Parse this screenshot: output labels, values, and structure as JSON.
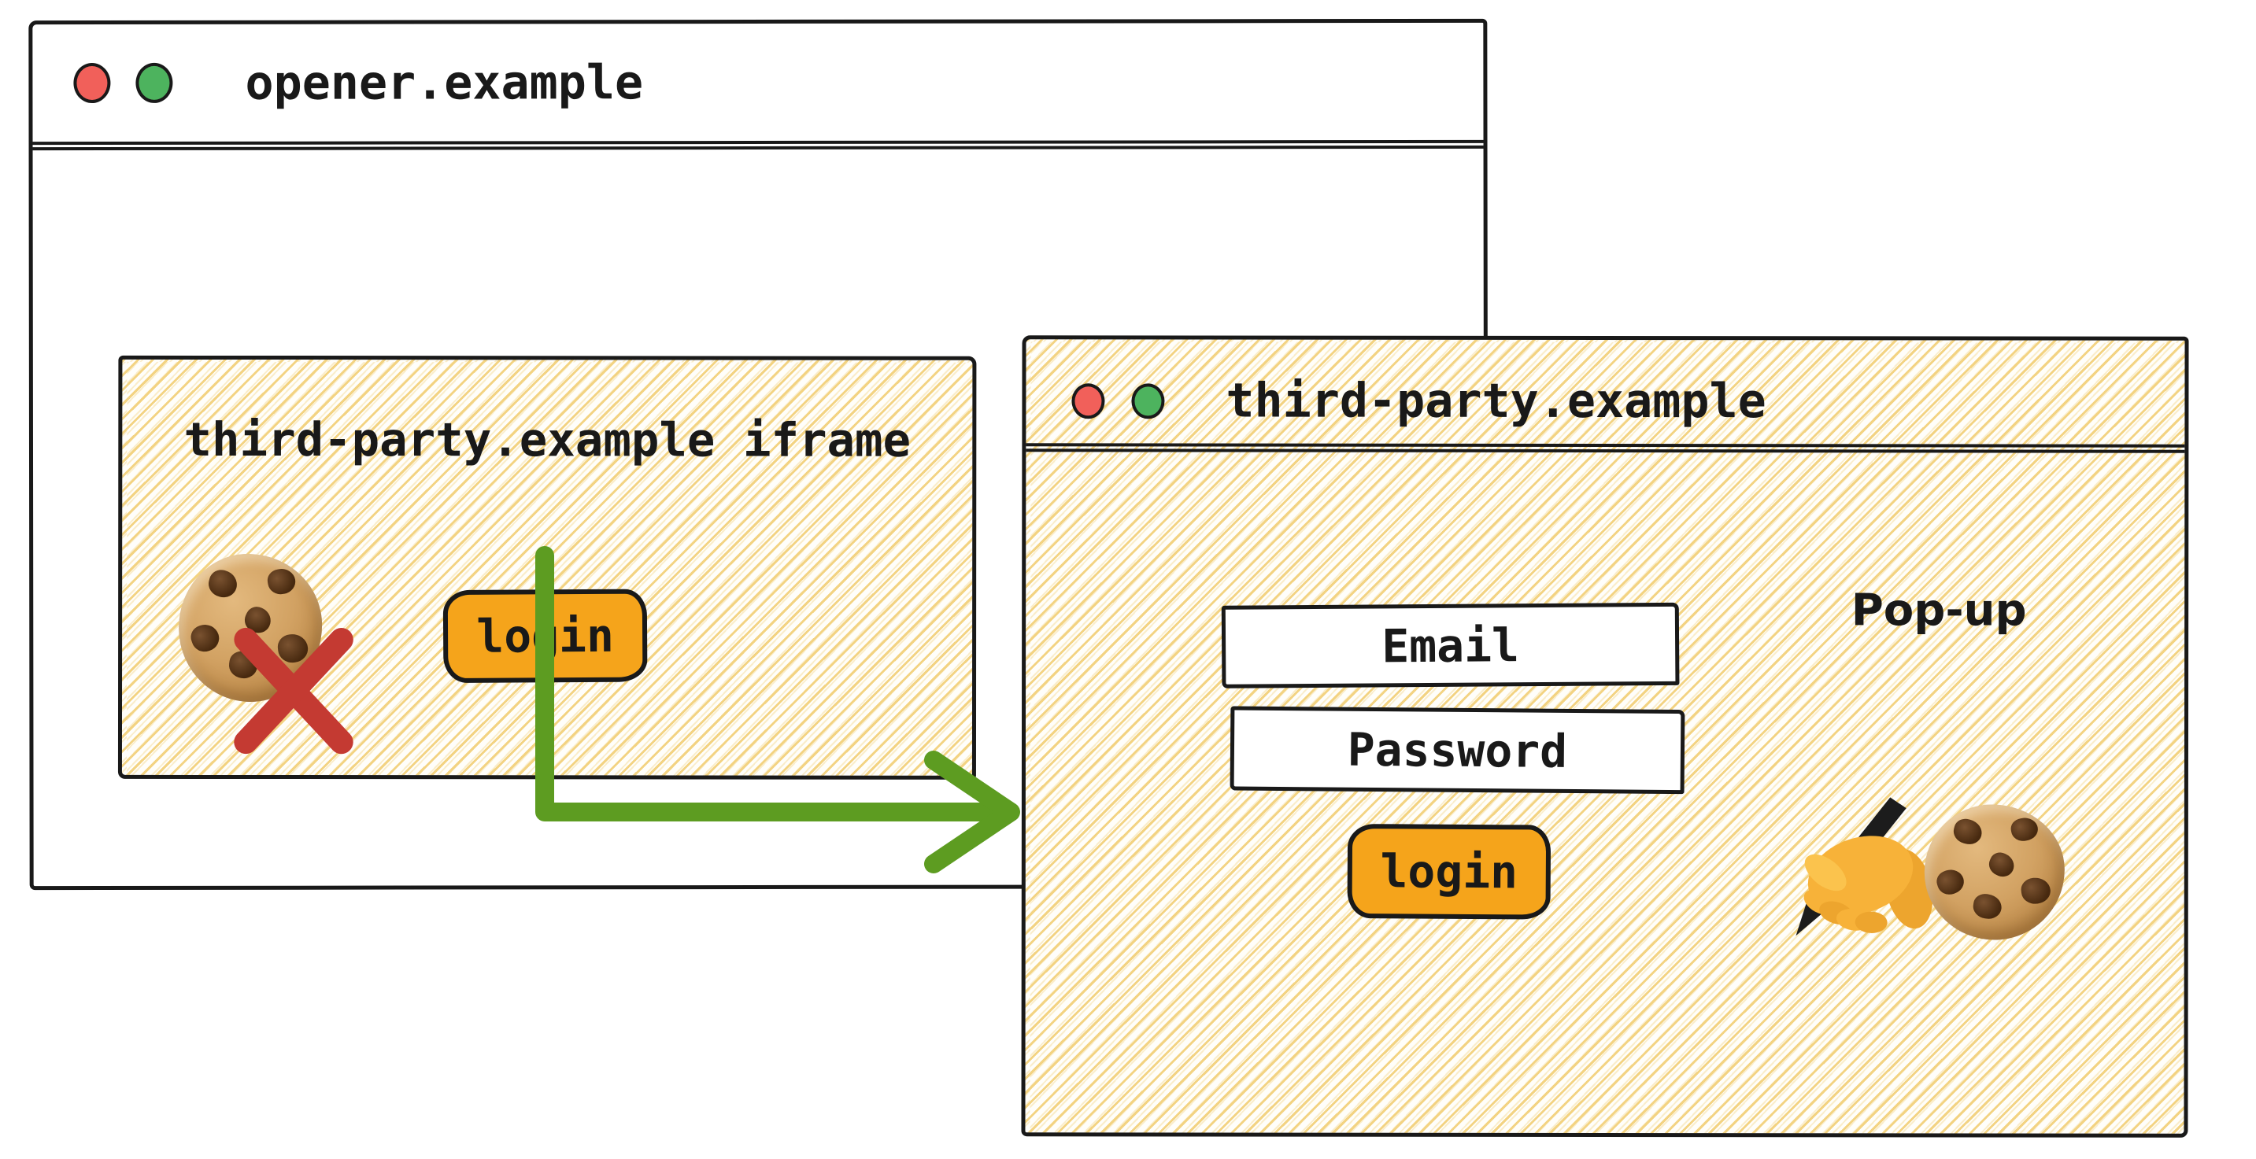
{
  "colors": {
    "ink": "#191919",
    "accent-orange": "#f5a41b",
    "arrow-green": "#5d9c21",
    "light-red": "#f1605a",
    "light-green": "#4db35e",
    "x-red": "#c43a32",
    "hatch-gold": "#f3d382",
    "cookie-tan": "#d2a263",
    "chip-brown": "#47290f",
    "hand-yellow": "#f7b239"
  },
  "opener_window": {
    "title": "opener.example",
    "traffic_lights": [
      "red",
      "green"
    ],
    "iframe": {
      "label": "third-party.example iframe",
      "login_button_label": "login",
      "blocked_cookie_icon": "cookie with red X (third-party cookie blocked)"
    }
  },
  "popup_window": {
    "title": "third-party.example",
    "traffic_lights": [
      "red",
      "green"
    ],
    "annotation": "Pop-up",
    "email_placeholder": "Email",
    "password_placeholder": "Password",
    "login_button_label": "login",
    "icons": {
      "writing_hand": "writing-hand-icon",
      "cookie": "cookie-icon"
    }
  },
  "arrow_icon": "green elbow arrow from iframe login button to pop-up window"
}
